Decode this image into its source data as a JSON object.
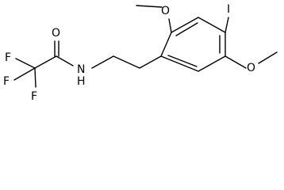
{
  "structure": {
    "atoms": {
      "F_upper": "F",
      "F_left": "F",
      "F_lower": "F",
      "O_carbonyl": "O",
      "N_amide": "N",
      "H_amide": "H",
      "O_methoxy_2": "O",
      "O_methoxy_5": "O",
      "I": "I"
    },
    "colors": {
      "bond": "#000000",
      "label": "#000000",
      "background": "#ffffff"
    }
  }
}
